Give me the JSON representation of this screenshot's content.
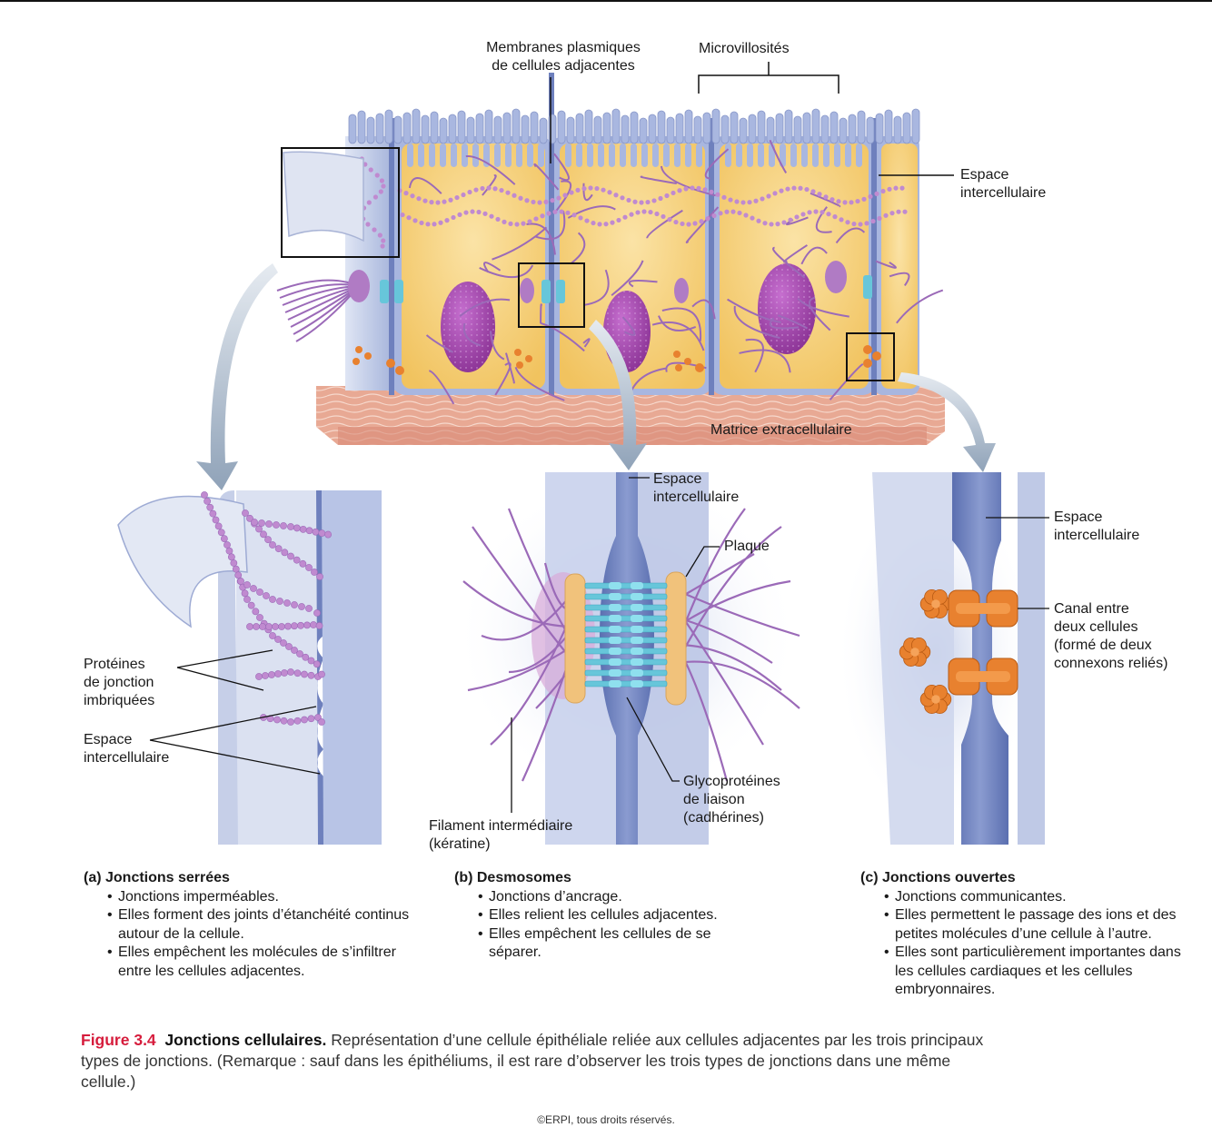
{
  "labels": {
    "membranes_1": "Membranes plasmiques",
    "membranes_2": "de cellules adjacentes",
    "microvillosites": "Microvillosités",
    "espace_top_1": "Espace",
    "espace_top_2": "intercellulaire",
    "matrice": "Matrice extracellulaire",
    "a_proteines_1": "Protéines",
    "a_proteines_2": "de jonction",
    "a_proteines_3": "imbriquées",
    "a_espace_1": "Espace",
    "a_espace_2": "intercellulaire",
    "b_espace_1": "Espace",
    "b_espace_2": "intercellulaire",
    "b_plaque": "Plaque",
    "b_glyco_1": "Glycoprotéines",
    "b_glyco_2": "de liaison",
    "b_glyco_3": "(cadhérines)",
    "b_filament_1": "Filament intermédiaire",
    "b_filament_2": "(kératine)",
    "c_espace_1": "Espace",
    "c_espace_2": "intercellulaire",
    "c_canal_1": "Canal entre",
    "c_canal_2": "deux cellules",
    "c_canal_3": "(formé de deux",
    "c_canal_4": "connexons reliés)"
  },
  "legends": {
    "a": {
      "title": "(a) Jonctions serrées",
      "bullets": [
        "Jonctions imperméables.",
        "Elles forment des joints d’étanchéité continus autour de la cellule.",
        "Elles empêchent les molécules de s’infiltrer entre les cellules adjacentes."
      ]
    },
    "b": {
      "title": "(b) Desmosomes",
      "bullets": [
        "Jonctions d’ancrage.",
        "Elles relient les cellules adjacentes.",
        "Elles empêchent les cellules de se séparer."
      ]
    },
    "c": {
      "title": "(c) Jonctions ouvertes",
      "bullets": [
        "Jonctions communicantes.",
        "Elles permettent le passage des ions et des petites molécules d’une cellule à l’autre.",
        "Elles sont particulièrement importantes dans les cellules cardiaques et les cellules embryonnaires."
      ]
    }
  },
  "caption": {
    "figure": "Figure 3.4",
    "title": "Jonctions cellulaires.",
    "text": "Représentation d’une cellule épithéliale reliée aux cellules adjacentes par les trois principaux types de jonctions. (Remarque : sauf dans les épithéliums, il est rare d’observer les trois types de jonctions dans une même cellule.)"
  },
  "copyright": "©ERPI, tous droits réservés.",
  "colors": {
    "cytoplasm": "#f6cf72",
    "membrane": "#9aa9d6",
    "gap": "#6e80bd",
    "nucleus": "#a046a8",
    "filament": "#9b6ab8",
    "protein": "#c08ad0",
    "cadherin": "#67c6da",
    "plaque": "#f1c27b",
    "connexon": "#e8812f",
    "matrix": "#e8a994",
    "arrow": "#9fb0c4",
    "accent": "#d61c3c"
  }
}
